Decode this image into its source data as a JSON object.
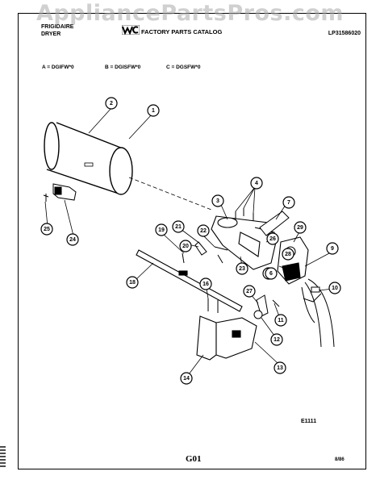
{
  "watermark": "AppliancePartsPros.com",
  "header": {
    "brand_line1": "FRIGIDAIRE",
    "brand_line2": "DRYER",
    "catalog_title": "FACTORY PARTS CATALOG",
    "part_number": "LP31586020"
  },
  "models": [
    "A = DGIFW*0",
    "B = DGISFW*0",
    "C = DGSFW*0"
  ],
  "callouts": [
    "1",
    "2",
    "3",
    "4",
    "7",
    "8",
    "9",
    "10",
    "11",
    "12",
    "13",
    "14",
    "16",
    "18",
    "19",
    "20",
    "21",
    "22",
    "23",
    "24",
    "25",
    "26",
    "27",
    "28",
    "29",
    "6"
  ],
  "diagram_code": "E1111",
  "page_label": "G01",
  "date_code": "8/86"
}
